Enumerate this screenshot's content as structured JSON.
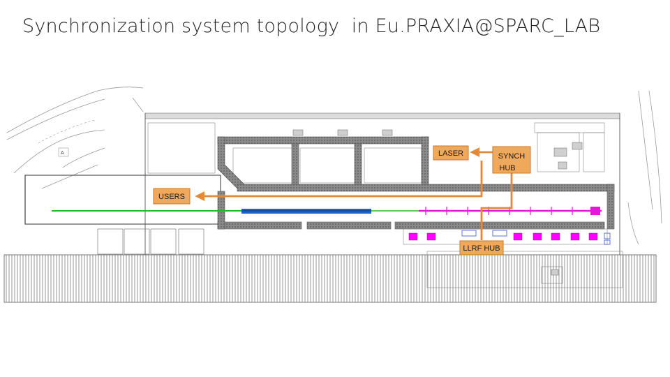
{
  "slide": {
    "title": "Synchronization system topology  in Eu.PRAXIA@SPARC_LAB"
  },
  "diagram": {
    "nodes": {
      "laser": "LASER",
      "synch_hub_line1": "SYNCH",
      "synch_hub_line2": "HUB",
      "users": "USERS",
      "llrf_hub": "LLRF HUB"
    },
    "colors": {
      "node_fill": "#f0a85a",
      "node_border": "#c8792a",
      "link": "#e08a3a",
      "wall": "#808080",
      "laser_beamline": "#22bb22",
      "photoinjector": "#1e64c8",
      "linac_magenta": "#e01ad6",
      "rf_stations": "#ff00ff"
    }
  }
}
